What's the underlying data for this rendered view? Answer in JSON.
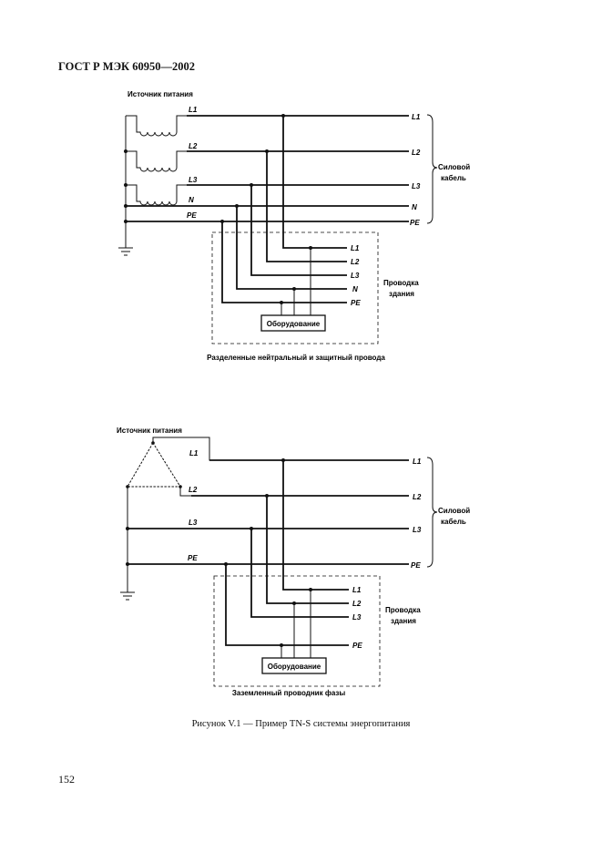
{
  "header": {
    "title": "ГОСТ Р МЭК 60950—2002"
  },
  "diagram1": {
    "source_label": "Источник питания",
    "cond": [
      "L1",
      "L2",
      "L3",
      "N",
      "PE"
    ],
    "cable_label_1": "Силовой",
    "cable_label_2": "кабель",
    "building_label_1": "Проводка",
    "building_label_2": "здания",
    "equipment": "Оборудование",
    "subcaption": "Разделенные нейтральный и защитный провода"
  },
  "diagram2": {
    "source_label": "Источник питания",
    "cond": [
      "L1",
      "L2",
      "L3",
      "PE"
    ],
    "cable_label_1": "Силовой",
    "cable_label_2": "кабель",
    "building_label_1": "Проводка",
    "building_label_2": "здания",
    "equipment": "Оборудование",
    "subcaption": "Заземленный проводник фазы"
  },
  "caption": "Рисунок V.1 — Пример TN-S системы энергопитания",
  "page_number": "152"
}
